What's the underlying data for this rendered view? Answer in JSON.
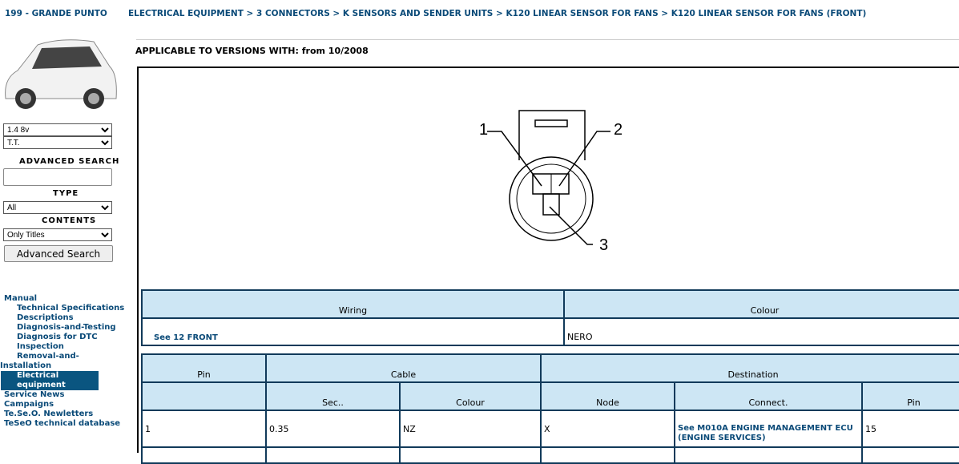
{
  "header": {
    "model": "199 - GRANDE PUNTO",
    "breadcrumb": "ELECTRICAL EQUIPMENT > 3 CONNECTORS > K SENSORS AND SENDER UNITS > K120 LINEAR SENSOR FOR FANS > K120 LINEAR SENSOR FOR FANS (FRONT)"
  },
  "sidebar": {
    "engine": "1.4 8v",
    "trim": "T.T.",
    "advanced_search_label": "ADVANCED SEARCH",
    "search_value": "",
    "type_label": "TYPE",
    "type_value": "All",
    "contents_label": "CONTENTS",
    "contents_value": "Only Titles",
    "search_button": "Advanced Search",
    "nav": [
      {
        "label": "Manual",
        "level": 0
      },
      {
        "label": "Technical Specifications",
        "level": 1
      },
      {
        "label": "Descriptions",
        "level": 1
      },
      {
        "label": "Diagnosis-and-Testing",
        "level": 1
      },
      {
        "label": "Diagnosis for DTC",
        "level": 1
      },
      {
        "label": "Inspection",
        "level": 1
      },
      {
        "label": "Removal-and-",
        "level": 1
      },
      {
        "label": "Installation",
        "level": -1
      },
      {
        "label": "Electrical equipment",
        "level": 1,
        "active": true
      },
      {
        "label": "Service News",
        "level": 0
      },
      {
        "label": "Campaigns",
        "level": 0
      },
      {
        "label": "Te.Se.O. Newletters",
        "level": 0
      },
      {
        "label": "TeSeO technical database",
        "level": 0
      }
    ]
  },
  "main": {
    "applicable": "APPLICABLE TO VERSIONS WITH: from 10/2008",
    "diagram": {
      "labels": [
        "1",
        "2",
        "3"
      ]
    },
    "wiring_table": {
      "headers": [
        "Wiring",
        "Colour"
      ],
      "row": [
        "See 12 FRONT",
        "NERO"
      ]
    },
    "pin_table": {
      "group_headers": [
        "Pin",
        "Cable",
        "Destination"
      ],
      "sub_headers": [
        "",
        "Sec..",
        "Colour",
        "Node",
        "Connect.",
        "Pin"
      ],
      "rows": [
        [
          "1",
          "0.35",
          "NZ",
          "X",
          "See M010A ENGINE MANAGEMENT ECU (ENGINE SERVICES)",
          "15"
        ]
      ]
    }
  }
}
